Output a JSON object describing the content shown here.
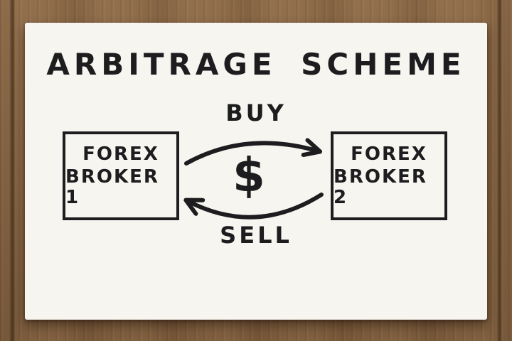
{
  "title": "ARBITRAGE SCHEME",
  "flow": {
    "buy_label": "BUY",
    "sell_label": "SELL",
    "currency_symbol": "$"
  },
  "brokers": {
    "left": {
      "line1": "FOREX",
      "line2": "BROKER 1"
    },
    "right": {
      "line1": "FOREX",
      "line2": "BROKER 2"
    }
  },
  "icons": {
    "buy_arrow": "curved-arrow-right",
    "sell_arrow": "curved-arrow-left"
  },
  "colors": {
    "ink": "#1d1d1f",
    "card": "#f7f5f0",
    "wood": "#8a6746"
  }
}
